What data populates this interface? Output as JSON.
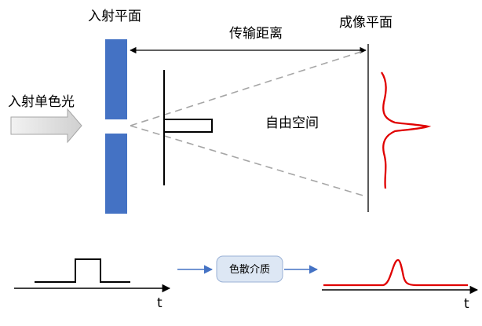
{
  "labels": {
    "entrance_plane": "入射平面",
    "imaging_plane": "成像平面",
    "transmission_distance": "传输距离",
    "incident_light": "入射单色光",
    "free_space": "自由空间",
    "dispersive_medium": "色散介质",
    "time_axis_left": "t",
    "time_axis_right": "t"
  },
  "colors": {
    "plane_blue": "#4472c4",
    "arrow_blue": "#4472c4",
    "beam_gray": "#a6a6a6",
    "profile_red": "#e00000",
    "box_fill": "#dde7f4",
    "box_stroke": "#9ab1d6"
  },
  "icons": {
    "incident_arrow": "block-arrow-right-icon",
    "flow_arrow": "arrow-right-icon"
  }
}
